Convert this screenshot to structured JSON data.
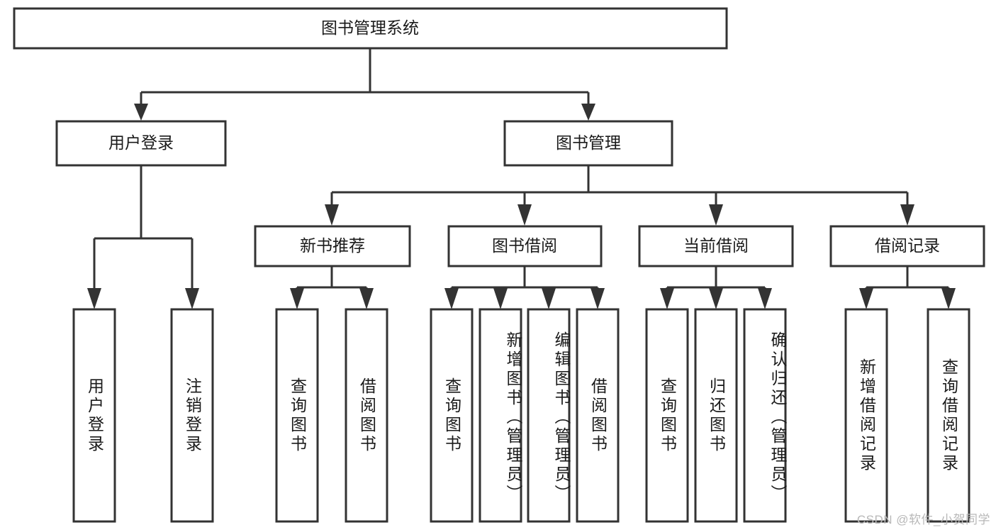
{
  "diagram": {
    "title": "图书管理系统",
    "type": "tree-hierarchy",
    "orientation": "top-down",
    "colors": {
      "box_stroke": "#333333",
      "box_fill": "#ffffff",
      "connector": "#333333",
      "text": "#1a1a1a",
      "watermark": "#b8b8b8",
      "background": "#ffffff"
    },
    "root": {
      "label": "图书管理系统"
    },
    "level2": [
      {
        "id": "user-login",
        "label": "用户登录"
      },
      {
        "id": "book-management",
        "label": "图书管理"
      }
    ],
    "level3": [
      {
        "id": "new-book-recommend",
        "label": "新书推荐",
        "parent": "book-management"
      },
      {
        "id": "book-borrow",
        "label": "图书借阅",
        "parent": "book-management"
      },
      {
        "id": "current-borrow",
        "label": "当前借阅",
        "parent": "book-management"
      },
      {
        "id": "borrow-record",
        "label": "借阅记录",
        "parent": "book-management"
      }
    ],
    "leaves": {
      "user-login": [
        {
          "id": "leaf-user-login",
          "label": "用户登录"
        },
        {
          "id": "leaf-logout-login",
          "label": "注销登录"
        }
      ],
      "new-book-recommend": [
        {
          "id": "leaf-query-book-1",
          "label": "查询图书"
        },
        {
          "id": "leaf-borrow-book-1",
          "label": "借阅图书"
        }
      ],
      "book-borrow": [
        {
          "id": "leaf-query-book-2",
          "label": "查询图书"
        },
        {
          "id": "leaf-add-book-admin",
          "label": "新增图书（管理员）"
        },
        {
          "id": "leaf-edit-book-admin",
          "label": "编辑图书（管理员）"
        },
        {
          "id": "leaf-borrow-book-2",
          "label": "借阅图书"
        }
      ],
      "current-borrow": [
        {
          "id": "leaf-query-book-3",
          "label": "查询图书"
        },
        {
          "id": "leaf-return-book",
          "label": "归还图书"
        },
        {
          "id": "leaf-confirm-return-admin",
          "label": "确认归还（管理员）"
        }
      ],
      "borrow-record": [
        {
          "id": "leaf-add-borrow-record",
          "label": "新增借阅记录"
        },
        {
          "id": "leaf-query-borrow-record",
          "label": "查询借阅记录"
        }
      ]
    },
    "watermark": "CSDN @软件_小贺同学"
  }
}
